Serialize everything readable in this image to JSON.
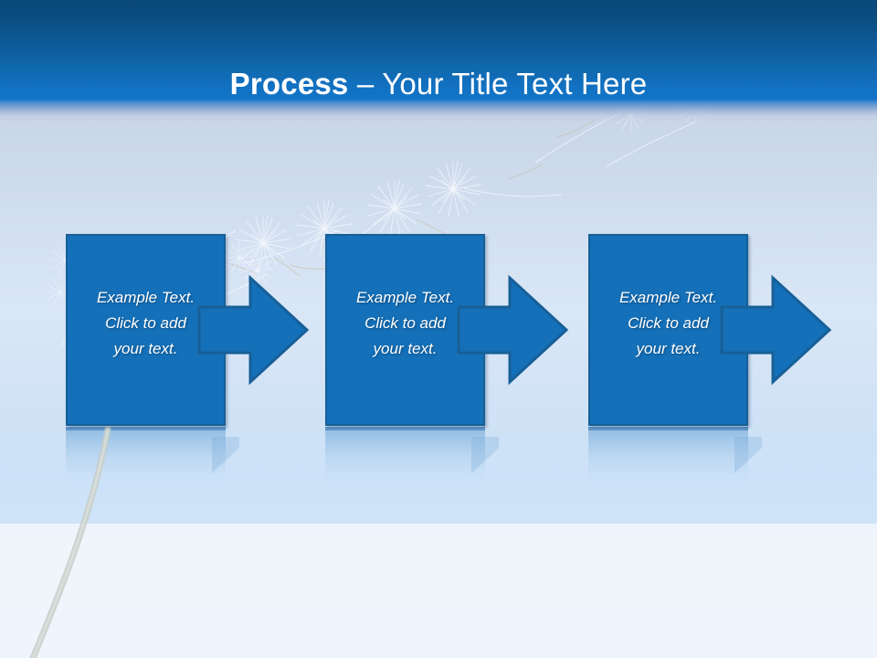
{
  "slide": {
    "title_strong": "Process",
    "title_separator": " – ",
    "title_light": "Your Title Text Here",
    "title_full": "Process – Your Title Text Here"
  },
  "theme": {
    "header_top": "#0a4979",
    "header_bottom": "#1275c8",
    "box_fill": "#1470b8",
    "box_border": "#175f97",
    "background_top": "#c3cde1",
    "background_bottom": "#cfe4f9",
    "text_color": "#ffffff",
    "footer_band": "#eff5fd"
  },
  "process": {
    "steps": [
      {
        "id": "step-1",
        "line1": "Example Text.",
        "line2": "Click  to add",
        "line3": "your text.",
        "arrow_label": "arrow-right-1"
      },
      {
        "id": "step-2",
        "line1": "Example Text.",
        "line2": "Click  to add",
        "line3": "your text.",
        "arrow_label": "arrow-right-2"
      },
      {
        "id": "step-3",
        "line1": "Example Text.",
        "line2": "Click  to add",
        "line3": "your text.",
        "arrow_label": "arrow-right-3"
      }
    ]
  },
  "decor": {
    "motif": "dandelion-seeds",
    "stem": "dandelion-stem"
  }
}
